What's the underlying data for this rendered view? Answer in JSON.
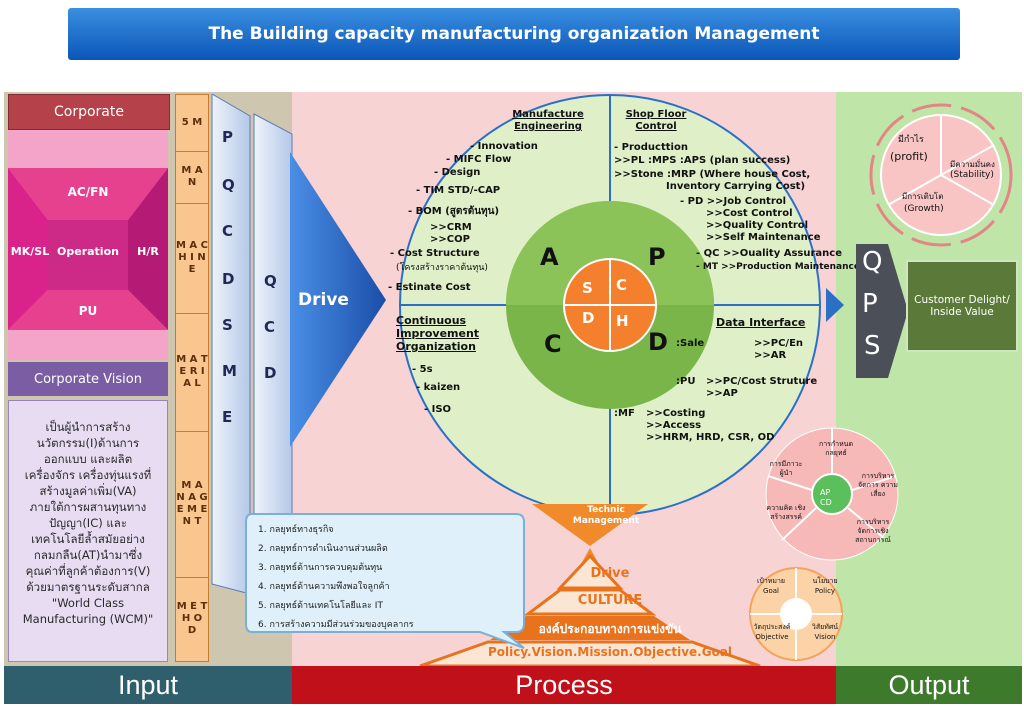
{
  "title": "The Building  capacity  manufacturing  organization Management",
  "footer": {
    "input": "Input",
    "process": "Process",
    "output": "Output"
  },
  "input": {
    "corporate": "Corporate",
    "diamond": {
      "top": "AC/FN",
      "left": "MK/SL",
      "center": "Operation",
      "right": "H/R",
      "bottom": "PU"
    },
    "corporate_vision": "Corporate Vision",
    "vision_text": [
      "เป็นผู้นำการสร้าง",
      "นวัตกรรม(I)ด้านการ",
      "ออกแบบ และผลิต",
      "เครื่องจักร เครื่องทุ่นแรงที่",
      "สร้างมูลค่าเพิ่ม(VA)",
      "ภายใต้การผสานทุนทาง",
      "ปัญญา(IC) และ",
      "เทคโนโลยีล้ำสมัยอย่าง",
      "กลมกลืน(AT)นำมาซึ่ง",
      "คุณค่าที่ลูกค้าต้องการ(V)",
      "ด้วยมาตรฐานระดับสากล",
      "\"World Class",
      "Manufacturing (WCM)\""
    ],
    "five_m": [
      "5 M",
      "M A N",
      "M A C H I N E",
      "M A T E R I A L",
      "M A N A G E M E N T",
      "M E T H O D"
    ],
    "pqcdsme": [
      "P",
      "Q",
      "C",
      "D",
      "S",
      "M",
      "E"
    ],
    "qcd": [
      "Q",
      "C",
      "D"
    ]
  },
  "process": {
    "drive": "Drive",
    "quadrants": {
      "manufacture_engineering": {
        "title": "Manufacture Engineering",
        "items": [
          "- Innovation",
          "- MIFC Flow",
          "- Design",
          "- TIM STD/-CAP",
          "- BOM (สูตรต้นทุน)",
          ">>CRM",
          ">>COP",
          "- Cost Structure",
          "(โครงสร้างราคาต้นทุน)",
          "- Estinate Cost"
        ]
      },
      "shop_floor_control": {
        "title": "Shop Floor Control",
        "items": [
          "- Producttion",
          ">>PL :MPS :APS (plan success)",
          ">>Stone :MRP (Where house Cost,",
          "Inventory Carrying Cost)",
          "- PD  >>Job Control",
          ">>Cost Control",
          ">>Quality Control",
          ">>Self Maintenance",
          "- QC >>Ouality Assurance",
          "- MT >>Production Maintenance"
        ]
      },
      "continuous_improvement": {
        "title": "Continuous Improvement Organization",
        "items": [
          "- 5s",
          "- kaizen",
          "- ISO"
        ]
      },
      "data_interface": {
        "title": "Data Interface",
        "items": [
          ":Sale",
          ">>PC/En",
          ">>AR",
          ":PU",
          ">>PC/Cost Struture",
          ">>AP",
          ":MF",
          ">>Costing",
          ">>Access",
          ">>HRM, HRD, CSR, OD"
        ]
      }
    },
    "apcd": [
      "A",
      "P",
      "C",
      "D"
    ],
    "sqdh": [
      "S",
      "C",
      "D",
      "H"
    ],
    "technic_management": "Technic Management",
    "pyramid": [
      "Drive",
      "CULTURE",
      "องค์ประกอบทางการแข่งขัน",
      "Policy.Vision.Mission.Objective.Goal"
    ],
    "strategies": [
      "1. กลยุทธ์ทางธุรกิจ",
      "2. กลยุทธ์การดำเนินงานส่วนผลิต",
      "3. กลยุทธ์ด้านการควบคุมต้นทุน",
      "4. กลยุทธ์ด้านความพึงพอใจลูกค้า",
      "5. กลยุทธ์ด้านเทคโนโลยีและ IT",
      "6. การสร้างความมีส่วนร่วมของบุคลากร"
    ]
  },
  "output": {
    "qps": [
      "Q",
      "P",
      "S"
    ],
    "customer_box": "Customer Delight/ Inside Value",
    "pie": {
      "profit": [
        "มีกำไร",
        "(profit)"
      ],
      "stability": [
        "มีความมั่นคง",
        "(Stability)"
      ],
      "growth": [
        "มีการเติบโต",
        "(Growth)"
      ]
    },
    "apcd_circle": {
      "center": [
        "AP",
        "CD"
      ],
      "labels": [
        "การกำหนด กลยุทธ์",
        "การบริหาร จัดการ ความเสี่ยง",
        "การบริหาร จัดการเชิง สถานการณ์",
        "ความคิด เชิงสร้างสรรค์",
        "การมีภาวะ ผู้นำ"
      ]
    },
    "goal_ring": {
      "labels": [
        "เป้าหมาย Goal",
        "นโยบาย Policy",
        "วิสัยทัศน์ Vision",
        "วัตถุประสงค์ Objective"
      ]
    }
  },
  "colors": {
    "title": "#0b56b8",
    "input": "#2f5f6d",
    "process": "#c0111b",
    "output": "#3d7a2b",
    "drive": "#2a6bc9",
    "circle": "#dff0c9"
  }
}
